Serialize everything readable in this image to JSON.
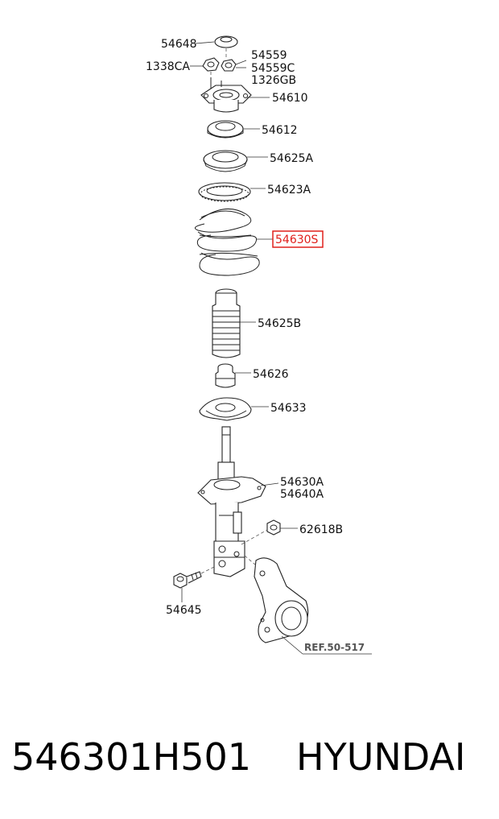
{
  "diagram": {
    "labels": {
      "l54648": "54648",
      "l54559": "54559",
      "l1338CA": "1338CA",
      "l54559C": "54559C",
      "l1326GB": "1326GB",
      "l54610": "54610",
      "l54612": "54612",
      "l54625A": "54625A",
      "l54623A": "54623A",
      "l54630S": "54630S",
      "l54625B": "54625B",
      "l54626": "54626",
      "l54633": "54633",
      "l54630A": "54630A",
      "l54640A": "54640A",
      "l62618B": "62618B",
      "l54645": "54645",
      "ref": "REF.50-517"
    },
    "highlight_color": "#e0201c"
  },
  "footer": {
    "part_number": "546301H501",
    "brand": "HYUNDAI"
  }
}
